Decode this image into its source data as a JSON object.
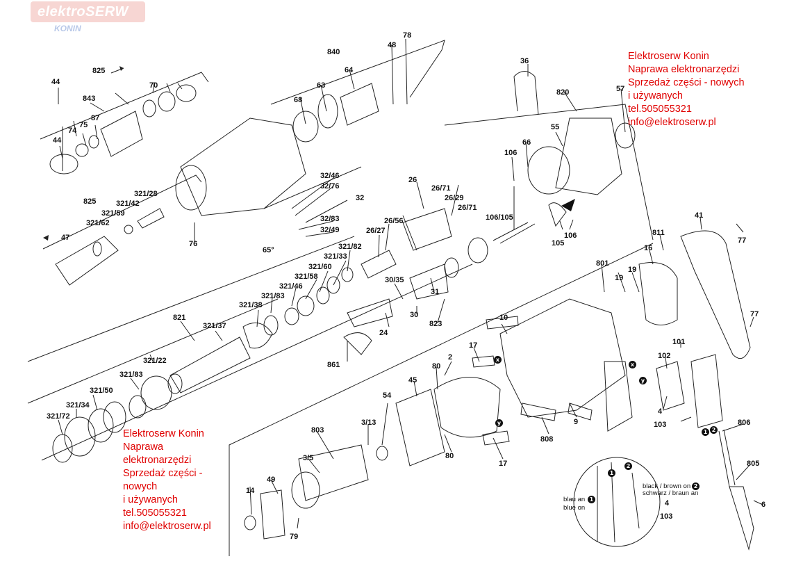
{
  "watermark": {
    "brand": "elektroSERW",
    "city": "KONIN"
  },
  "contact_top": {
    "text": "Elektroserw Konin\nNaprawa elektronarzędzi\nSprzedaż części - nowych\ni używanych\ntel.505055321\ninfo@elektroserw.pl"
  },
  "contact_bottom": {
    "text": "Elektroserw Konin\nNaprawa\nelektronarzędzi\nSprzedaż części -\nnowych\ni używanych\ntel.505055321\ninfo@elektroserw.pl"
  },
  "inset": {
    "black_brown": "black / brown on",
    "schwarz": "schwarz / braun an",
    "blau_an": "blau an",
    "blue_on": "blue on",
    "num_4": "4",
    "num_103": "103",
    "badge_1": "1",
    "badge_2": "2"
  },
  "markers": {
    "x": "x",
    "y": "y",
    "one": "1",
    "two": "2"
  },
  "part_labels": [
    "44",
    "74",
    "75",
    "87",
    "843",
    "825",
    "70",
    "44",
    "840",
    "68",
    "63",
    "64",
    "48",
    "78",
    "36",
    "820",
    "57",
    "55",
    "66",
    "106",
    "106/105",
    "105",
    "106",
    "32/46",
    "32/76",
    "32",
    "32/83",
    "32/49",
    "76",
    "825",
    "321/28",
    "321/42",
    "321/59",
    "321/62",
    "47",
    "65°",
    "26",
    "26/71",
    "26/29",
    "26/71",
    "26/56",
    "26/27",
    "321/82",
    "321/33",
    "321/60",
    "321/58",
    "321/46",
    "321/83",
    "321/38",
    "821",
    "321/37",
    "321/22",
    "321/83",
    "321/50",
    "321/34",
    "321/72",
    "30/35",
    "31",
    "30",
    "24",
    "823",
    "861",
    "10",
    "17",
    "2",
    "80",
    "45",
    "54",
    "3/13",
    "803",
    "3/5",
    "49",
    "14",
    "79",
    "80",
    "17",
    "808",
    "9",
    "801",
    "19",
    "19",
    "16",
    "811",
    "41",
    "77",
    "77",
    "101",
    "102",
    "4",
    "103",
    "806",
    "805",
    "6"
  ]
}
